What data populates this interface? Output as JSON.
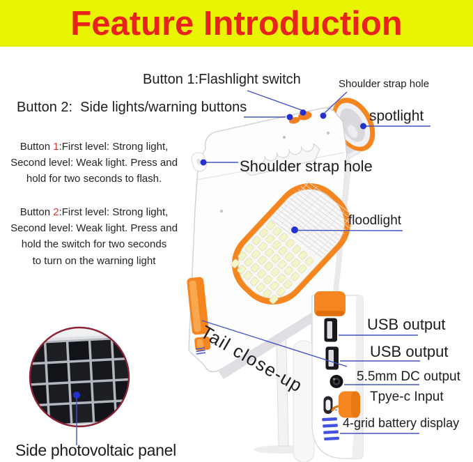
{
  "banner": {
    "title": "Feature Introduction"
  },
  "callouts": {
    "button1": "Button 1:Flashlight switch",
    "strap_top": "Shoulder strap hole",
    "button2": "Button 2:  Side lights/warning buttons",
    "spotlight": "spotlight",
    "strap_mid": "Shoulder strap hole",
    "floodlight": "floodlight",
    "tail": "Tail close-up",
    "usb1": "USB output",
    "usb2": "USB output",
    "dc": "5.5mm DC output",
    "typec": "Tpye-c Input",
    "typec_mark": "c",
    "battery": "4-grid battery display",
    "solar": "Side photovoltaic panel"
  },
  "descriptions": {
    "button1": {
      "lead": "Button ",
      "num": "1",
      "body": ":First level: Strong light,\nSecond level: Weak light. Press and\nhold for two seconds to flash."
    },
    "button2": {
      "lead": "Button ",
      "num": "2",
      "body": ":First level: Strong light,\nSecond level: Weak light. Press and\nhold the switch for two seconds\nto turn on the warning light"
    }
  },
  "colors": {
    "banner_bg": "#e9f402",
    "banner_text": "#e8231d",
    "label_text": "#1d1d1f",
    "accent_red": "#d43a33",
    "callout_line": "#4353c2",
    "callout_dot": "#2531cf",
    "orange": "#f5861f",
    "battery_blue": "#4353e0",
    "circle_border": "#8d2033"
  }
}
